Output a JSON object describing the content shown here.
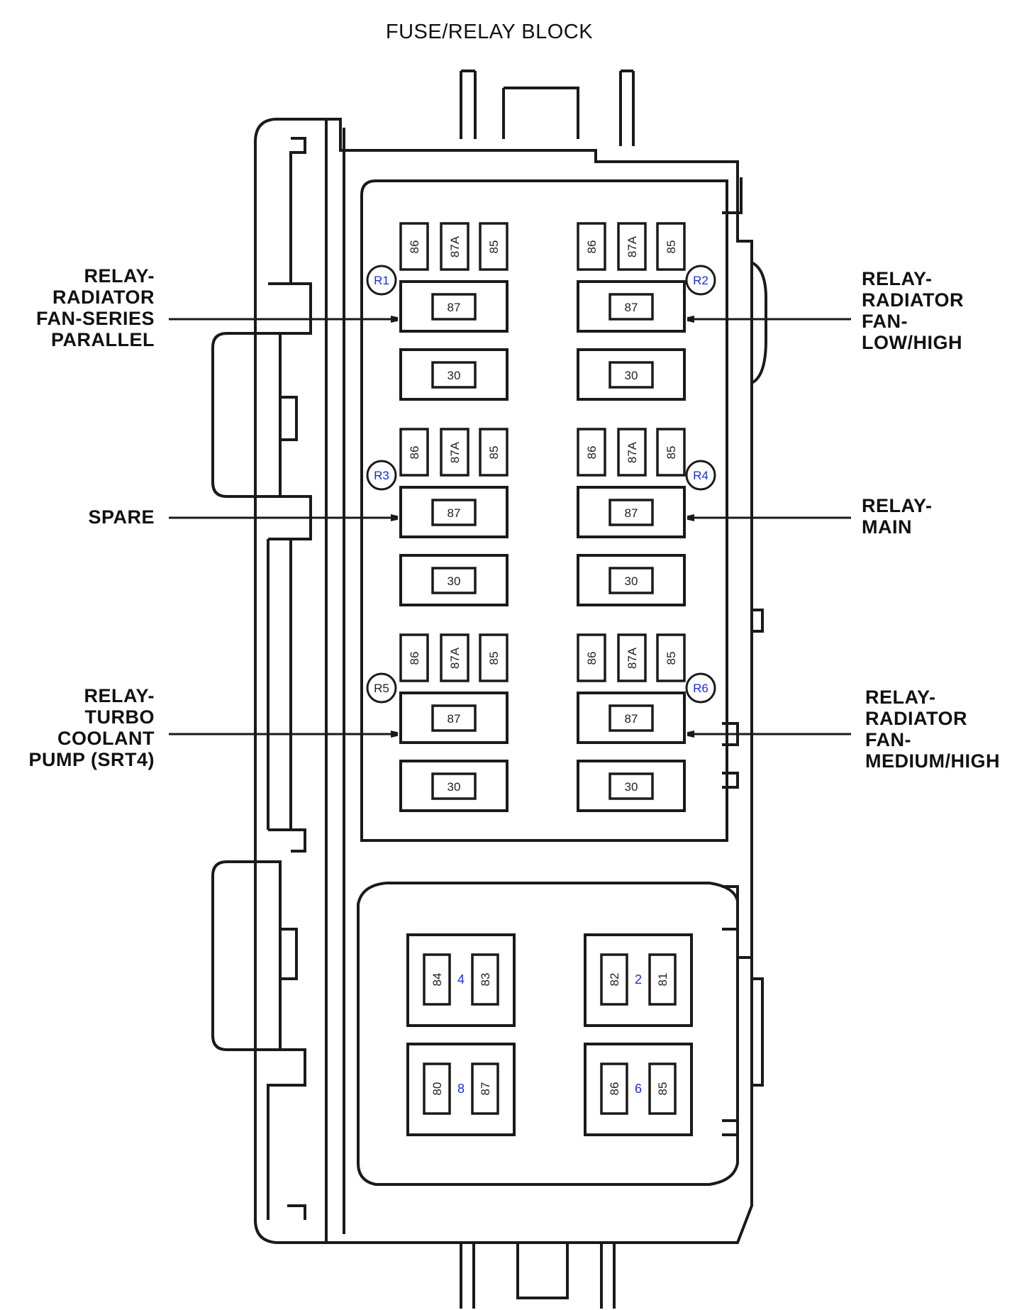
{
  "title": "FUSE/RELAY BLOCK",
  "colors": {
    "line": "#1a1a1a",
    "tag_blue": "#1a2fd6",
    "tag_black": "#222222"
  },
  "relays": [
    {
      "id": "r1",
      "tag": "R1",
      "tag_color": "#1a2fd6",
      "pins_top": [
        "86",
        "87A",
        "85"
      ],
      "pin_87": "87",
      "pin_30": "30",
      "callout": [
        "RELAY-",
        "RADIATOR",
        "FAN-SERIES",
        "PARALLEL"
      ]
    },
    {
      "id": "r2",
      "tag": "R2",
      "tag_color": "#1a2fd6",
      "pins_top": [
        "86",
        "87A",
        "85"
      ],
      "pin_87": "87",
      "pin_30": "30",
      "callout": [
        "RELAY-",
        "RADIATOR",
        "FAN-",
        "LOW/HIGH"
      ]
    },
    {
      "id": "r3",
      "tag": "R3",
      "tag_color": "#1a2fd6",
      "pins_top": [
        "86",
        "87A",
        "85"
      ],
      "pin_87": "87",
      "pin_30": "30",
      "callout": [
        "SPARE"
      ]
    },
    {
      "id": "r4",
      "tag": "R4",
      "tag_color": "#1a2fd6",
      "pins_top": [
        "86",
        "87A",
        "85"
      ],
      "pin_87": "87",
      "pin_30": "30",
      "callout": [
        "RELAY-",
        "MAIN"
      ]
    },
    {
      "id": "r5",
      "tag": "R5",
      "tag_color": "#222222",
      "pins_top": [
        "86",
        "87A",
        "85"
      ],
      "pin_87": "87",
      "pin_30": "30",
      "callout": [
        "RELAY-",
        "TURBO",
        "COOLANT",
        "PUMP (SRT4)"
      ]
    },
    {
      "id": "r6",
      "tag": "R6",
      "tag_color": "#1a2fd6",
      "pins_top": [
        "86",
        "87A",
        "85"
      ],
      "pin_87": "87",
      "pin_30": "30",
      "callout": [
        "RELAY-",
        "RADIATOR",
        "FAN-",
        "MEDIUM/HIGH"
      ]
    }
  ],
  "fuses": [
    {
      "id": "f4",
      "label": "4",
      "left_pin": "84",
      "right_pin": "83",
      "label_color": "#1a2fd6"
    },
    {
      "id": "f2",
      "label": "2",
      "left_pin": "82",
      "right_pin": "81",
      "label_color": "#1a2fd6"
    },
    {
      "id": "f8",
      "label": "8",
      "left_pin": "80",
      "right_pin": "87",
      "label_color": "#222222"
    },
    {
      "id": "f6",
      "label": "6",
      "left_pin": "86",
      "right_pin": "85",
      "label_color": "#1a2fd6"
    }
  ]
}
